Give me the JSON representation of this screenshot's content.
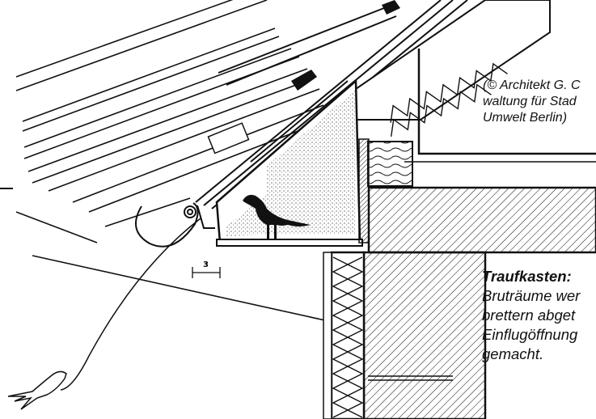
{
  "credit": {
    "lines": [
      "(© Architekt G. C",
      "waltung für Stad",
      "Umwelt Berlin)"
    ]
  },
  "caption": {
    "title": "Traufkasten:",
    "lines": [
      "Bruträume wer",
      "brettern abget",
      "Einflugöffnung",
      "gemacht."
    ]
  },
  "dimension": {
    "label": "3"
  },
  "colors": {
    "ink": "#111111",
    "background": "#ffffff"
  }
}
